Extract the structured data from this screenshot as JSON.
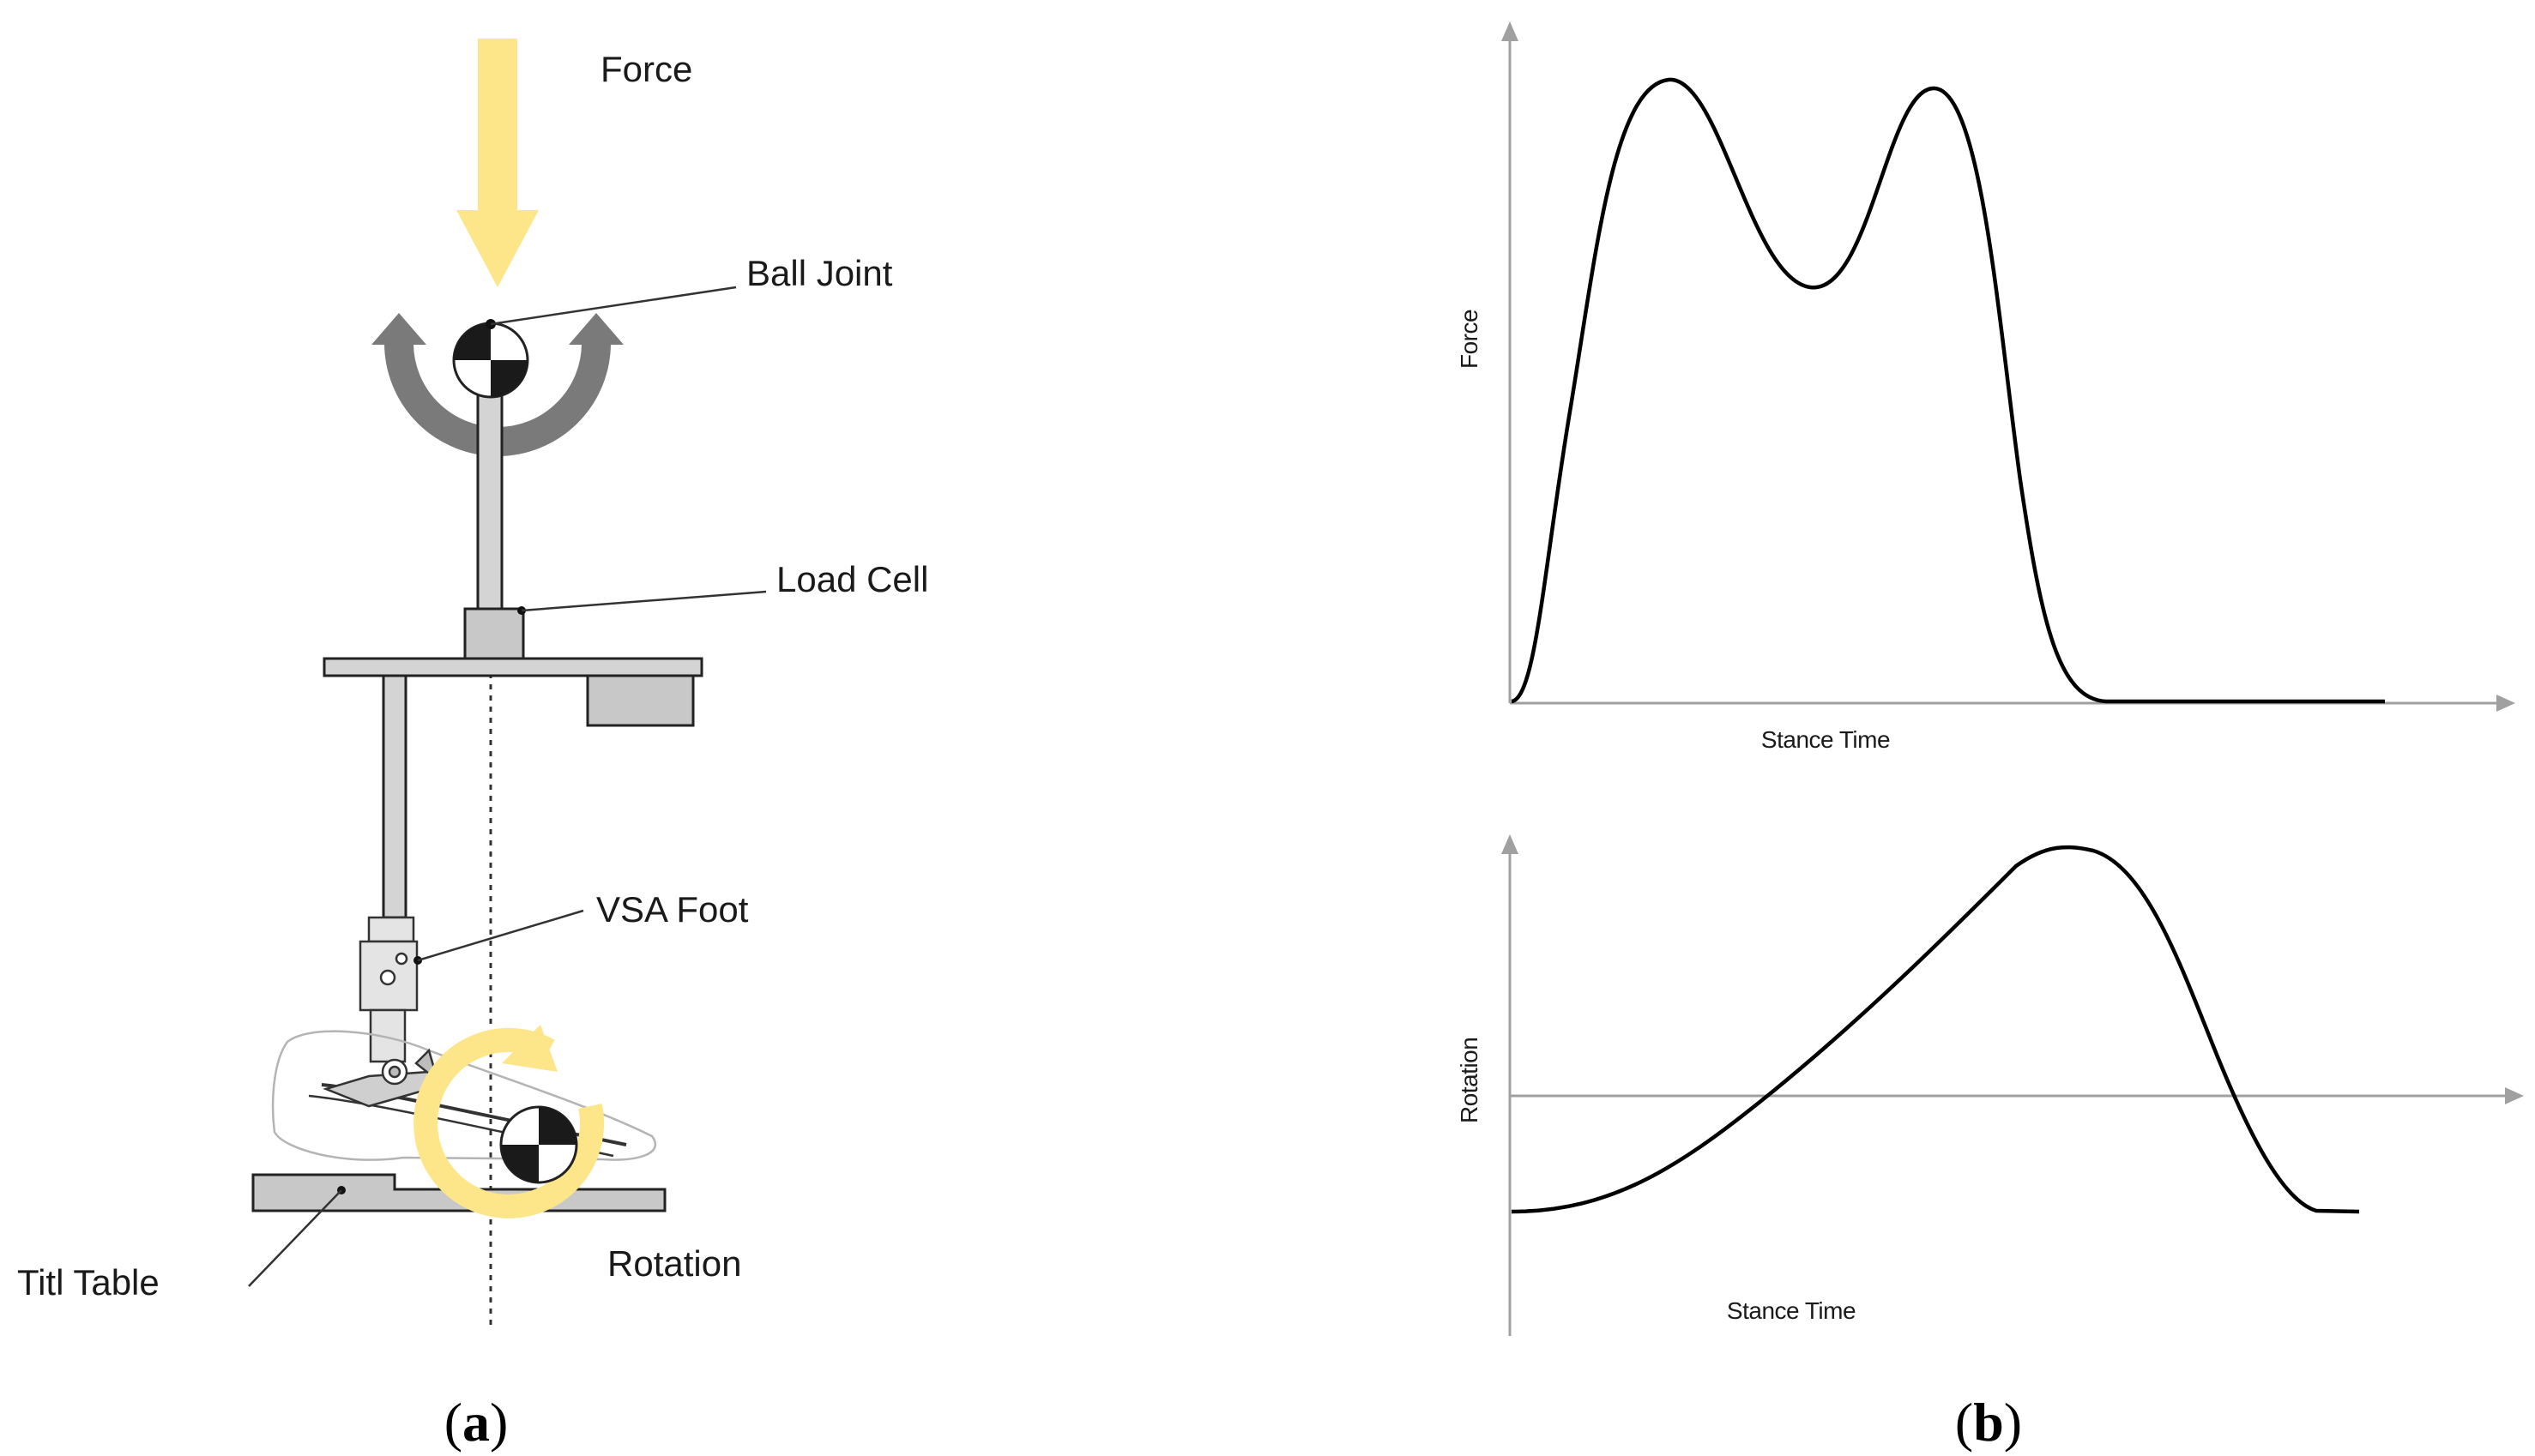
{
  "panel_a": {
    "label_letter": "a",
    "callouts": {
      "force": "Force",
      "ball_joint": "Ball Joint",
      "load_cell": "Load Cell",
      "vsa_foot": "VSA Foot",
      "tilt_table": "Titl Table",
      "rotation": "Rotation"
    },
    "colors": {
      "force_arrow": "#fde58a",
      "rotation_arrow": "#fde58a",
      "ball_rotation_arrow": "#7a7a7a",
      "structure_fill": "#c8c8c8"
    }
  },
  "panel_b": {
    "label_letter": "b",
    "force_plot": {
      "ylabel": "Force",
      "xlabel": "Stance Time"
    },
    "rotation_plot": {
      "ylabel": "Rotation",
      "xlabel": "Stance Time"
    },
    "colors": {
      "axis": "#a0a0a0",
      "curve": "#000000"
    }
  }
}
